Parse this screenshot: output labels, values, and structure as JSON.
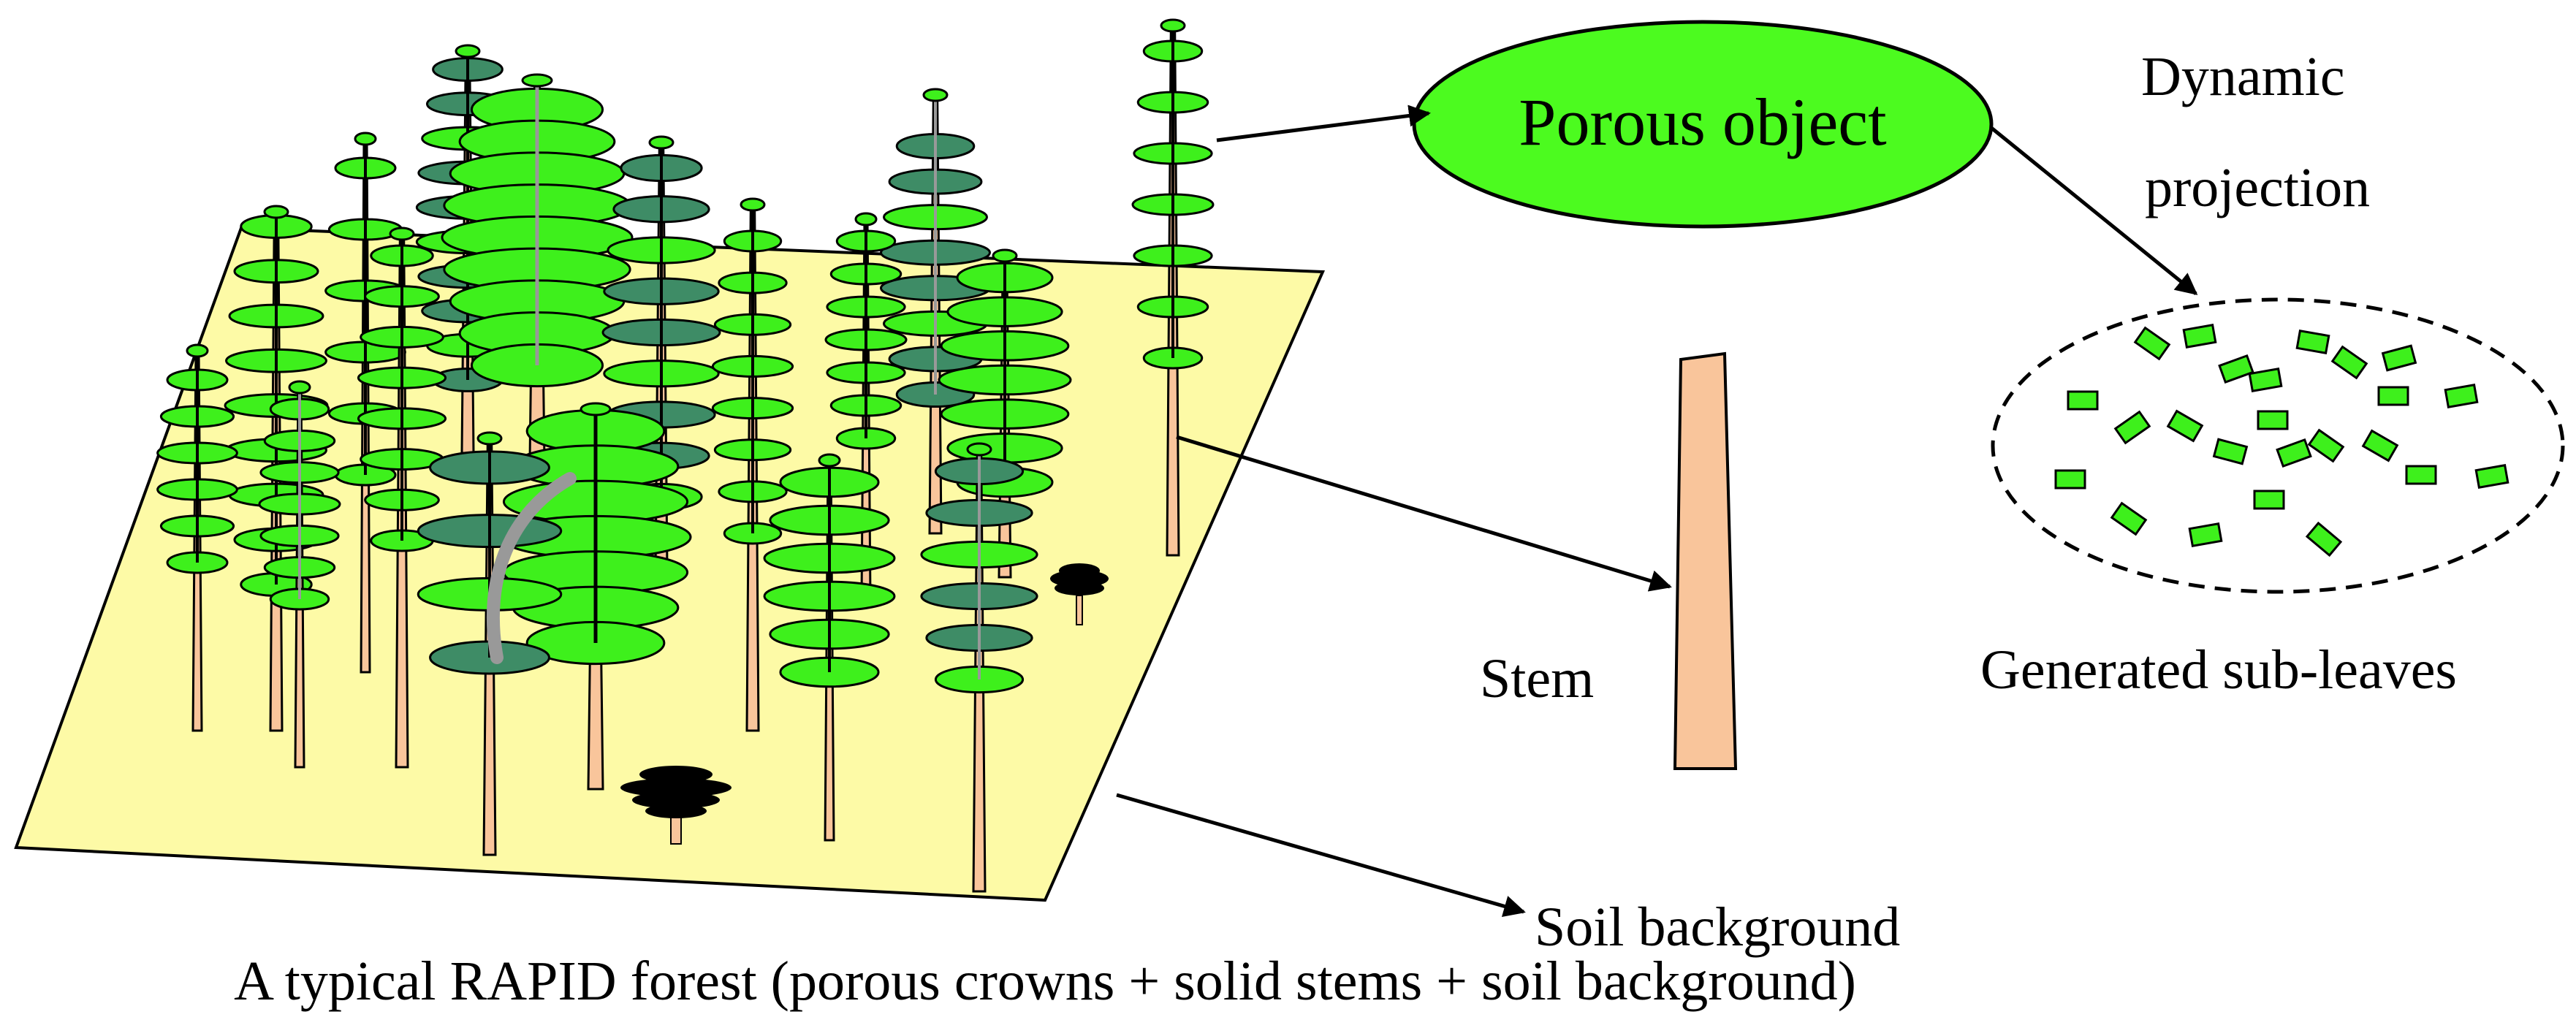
{
  "labels": {
    "porous_object": "Porous object",
    "dynamic": "Dynamic",
    "projection": "projection",
    "generated_sub_leaves": "Generated sub-leaves",
    "stem": "Stem",
    "soil_background": "Soil background",
    "caption": "A typical RAPID forest (porous crowns + solid stems + soil background)"
  },
  "colors": {
    "light_crown": "#3ef01c",
    "dark_crown": "#3e8c66",
    "stem": "#f9c59b",
    "soil": "#fdfaa6",
    "porous_object_fill": "#4cfb1f",
    "sub_leaf": "#3ef01c",
    "outline": "#000000"
  }
}
